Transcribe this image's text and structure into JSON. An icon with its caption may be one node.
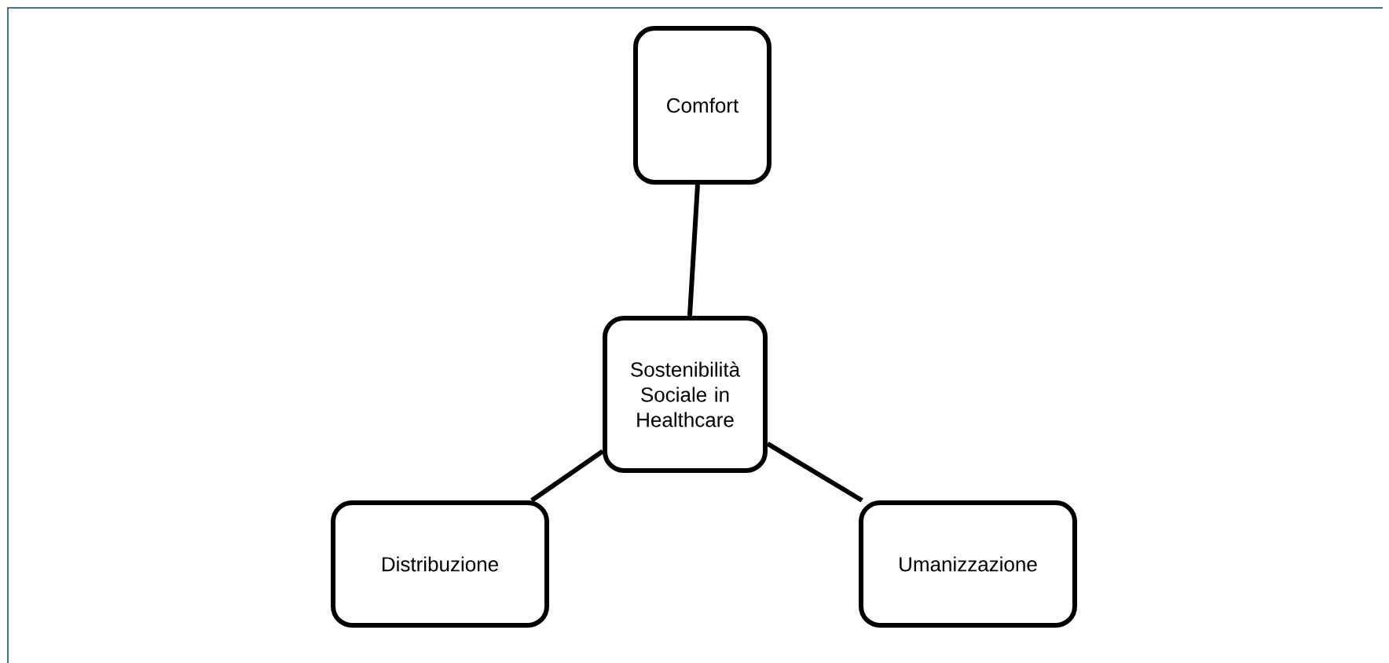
{
  "diagram": {
    "nodes": [
      {
        "text": [
          "Comfort"
        ]
      },
      {
        "text": [
          "Sostenibilità Sociale in Healthcare"
        ]
      },
      {
        "text": [
          "Distribuzione"
        ]
      },
      {
        "text": [
          "Umanizzazione"
        ]
      }
    ],
    "edges": [
      {
        "from": 1,
        "to": 0,
        "arrow": "none"
      },
      {
        "from": 1,
        "to": 2,
        "arrow": "none"
      },
      {
        "from": 1,
        "to": 3,
        "arrow": "none"
      }
    ]
  }
}
